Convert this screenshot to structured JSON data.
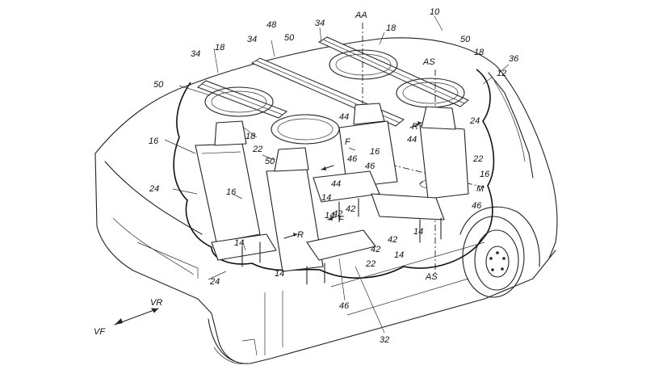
{
  "figure": {
    "callouts": {
      "n10": "10",
      "n12": "12",
      "n14": "14",
      "n16": "16",
      "n18": "18",
      "n22": "22",
      "n24": "24",
      "n32": "32",
      "n34": "34",
      "n36": "36",
      "n42": "42",
      "n44": "44",
      "n46": "46",
      "n48": "48",
      "n50": "50"
    },
    "axes": {
      "aa": "AA",
      "as": "AS",
      "m": "M"
    },
    "directions": {
      "forward": "F",
      "rearward": "R",
      "vehicle_front": "VF",
      "vehicle_rear": "VR"
    }
  }
}
